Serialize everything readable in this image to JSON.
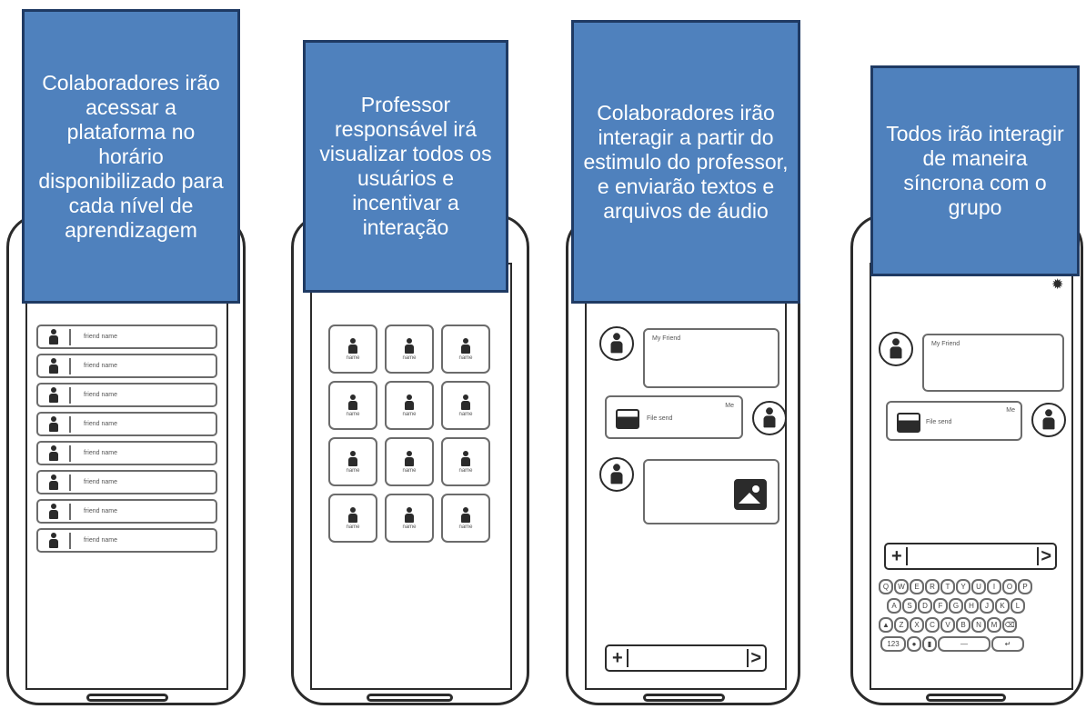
{
  "callouts": [
    {
      "text": "Colaboradores irão acessar a plataforma no horário disponibilizado para cada nível de aprendizagem"
    },
    {
      "text": "Professor responsável irá visualizar todos os usuários e incentivar a interação"
    },
    {
      "text": "Colaboradores irão interagir a partir do estimulo do professor, e enviarão textos e arquivos de áudio"
    },
    {
      "text": "Todos irão interagir de maneira síncrona com o grupo"
    }
  ],
  "phone1": {
    "items": [
      "friend name",
      "friend name",
      "friend name",
      "friend name",
      "friend name",
      "friend name",
      "friend name",
      "friend name"
    ]
  },
  "phone2": {
    "tiles": [
      "name",
      "name",
      "name",
      "name",
      "name",
      "name",
      "name",
      "name",
      "name",
      "name",
      "name",
      "name"
    ]
  },
  "chat": {
    "friend_label": "My Friend",
    "me_label": "Me",
    "file_label": "File send"
  },
  "keyboard": {
    "row1": [
      "Q",
      "W",
      "E",
      "R",
      "T",
      "Y",
      "U",
      "I",
      "O",
      "P"
    ],
    "row2": [
      "A",
      "S",
      "D",
      "F",
      "G",
      "H",
      "J",
      "K",
      "L"
    ],
    "row3": [
      "▲",
      "Z",
      "X",
      "C",
      "V",
      "B",
      "N",
      "M",
      "⌫"
    ],
    "row4_left": "123",
    "row4_enter": "↵"
  },
  "icons": {
    "user": "user-icon",
    "file": "file-icon",
    "image": "image-icon",
    "plus": "plus-icon",
    "send": "send-icon",
    "gear": "gear-icon"
  },
  "colors": {
    "callout_fill": "#4f81bd",
    "callout_border": "#1f3a63",
    "outline": "#2b2b2b"
  }
}
